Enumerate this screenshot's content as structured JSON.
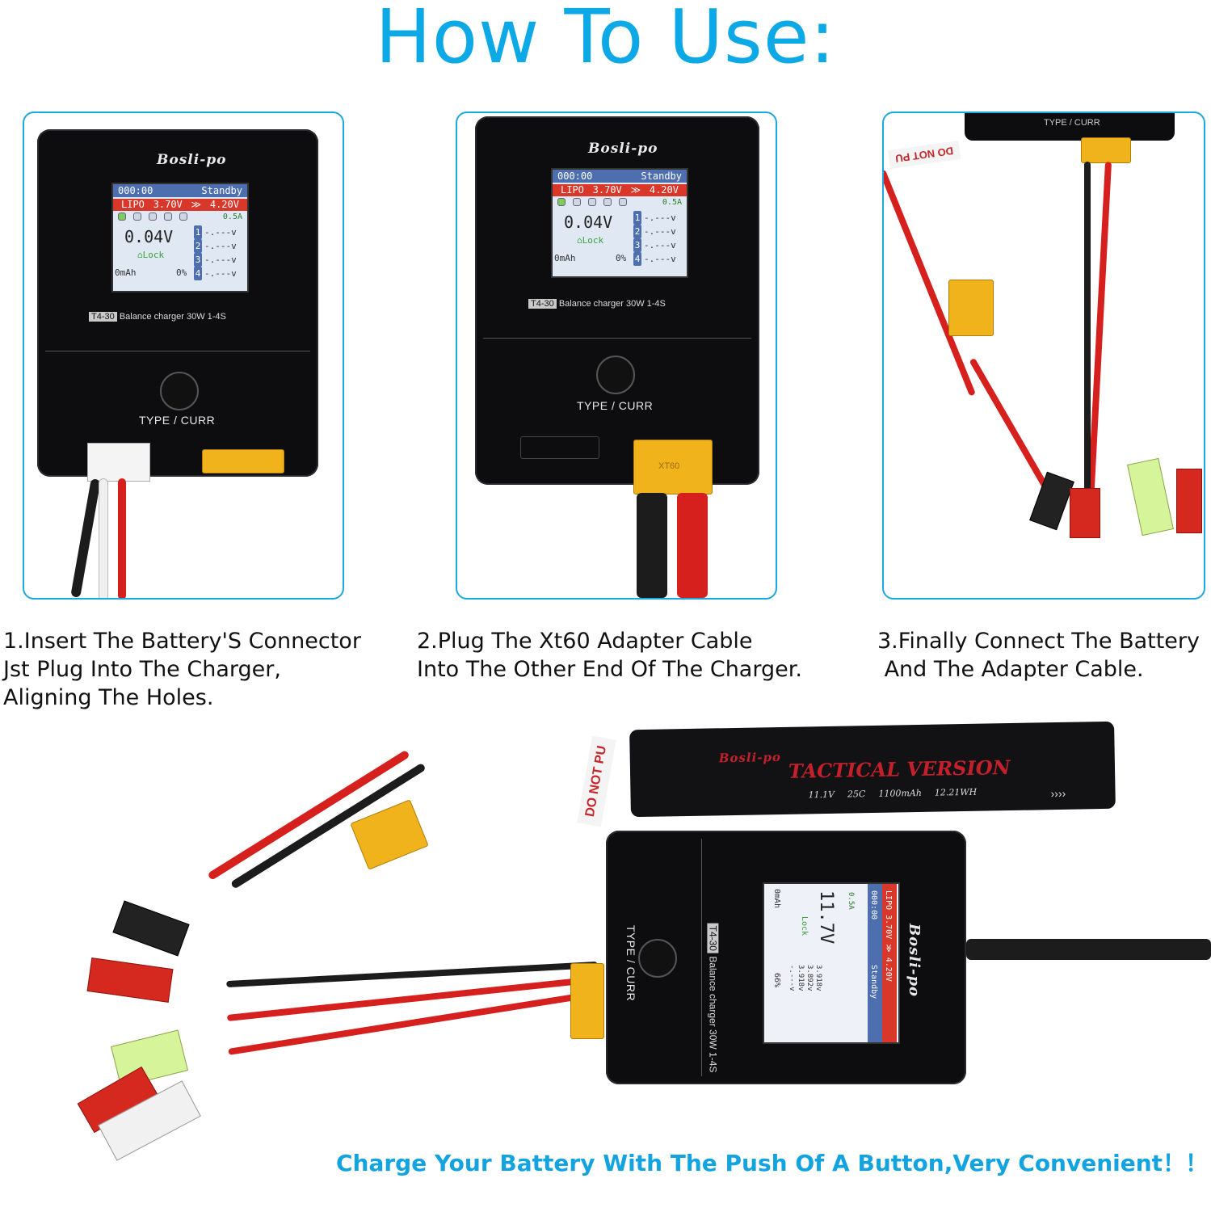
{
  "title": "How To Use:",
  "colors": {
    "accent": "#0ca9e6",
    "charger_body": "#0d0d0f",
    "xt60": "#f0b31c"
  },
  "charger": {
    "brand": "Bosli-po",
    "screen": {
      "timer": "000:00",
      "status": "Standby",
      "mode": "LIPO",
      "nominal": "3.70V",
      "arrow": "≫",
      "target": "4.20V",
      "current": "0.5A",
      "voltage": "0.04V",
      "lock": "Lock",
      "capacity": "0mAh",
      "percent": "0%",
      "cells": [
        "1",
        "2",
        "3",
        "4"
      ],
      "cell_value": "-.---v"
    },
    "model_code": "T4-30",
    "model_desc": "Balance charger 30W 1-4S",
    "button_label": "TYPE / CURR",
    "xt60_label": "XT60"
  },
  "panel3_label": "TYPE / CURR",
  "donot_label": "DO NOT PU",
  "steps": [
    "1.Insert The Battery'S Connector\nJst Plug Into The Charger,\nAligning The Holes.",
    "2.Plug The Xt60 Adapter Cable\nInto The Other End Of The Charger.",
    "3.Finally Connect The Battery\n And The Adapter Cable."
  ],
  "battery": {
    "brand": "Bosli-po",
    "line": "TACTICAL VERSION",
    "specs": [
      "11.1V",
      "25C",
      "1100mAh",
      "12.21WH"
    ],
    "arrows": "››››"
  },
  "bottom_screen": {
    "timer": "000:00",
    "status": "Standby",
    "mode": "LIPO 3.70V ≫ 4.20V",
    "current": "0.5A",
    "voltage": "11.7V",
    "lock": "Lock",
    "capacity": "0mAh",
    "percent": "66%",
    "cells": [
      "3.918v",
      "3.892v",
      "3.918v",
      "-.---v"
    ]
  },
  "tagline": "Charge Your Battery With The Push Of A Button,Very Convenient！！！"
}
